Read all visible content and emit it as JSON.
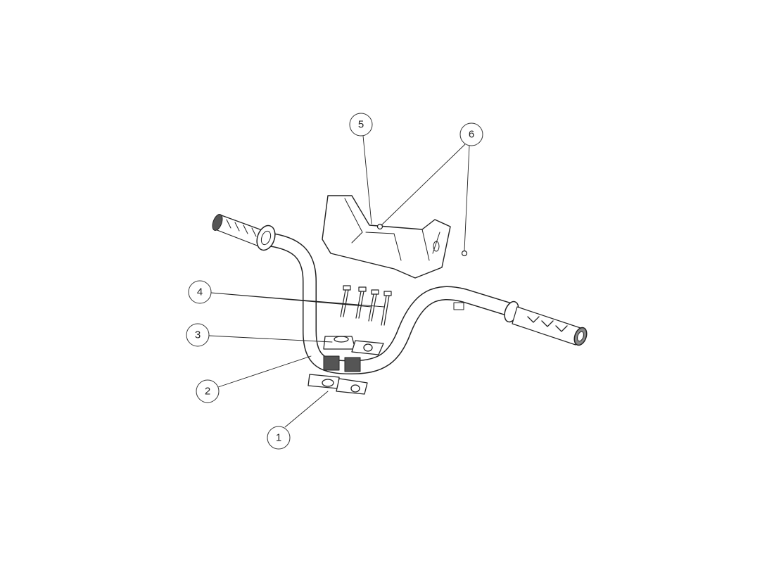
{
  "diagram": {
    "type": "exploded parts diagram",
    "callouts": [
      {
        "label": "1"
      },
      {
        "label": "2"
      },
      {
        "label": "3"
      },
      {
        "label": "4"
      },
      {
        "label": "5"
      },
      {
        "label": "6"
      }
    ]
  }
}
